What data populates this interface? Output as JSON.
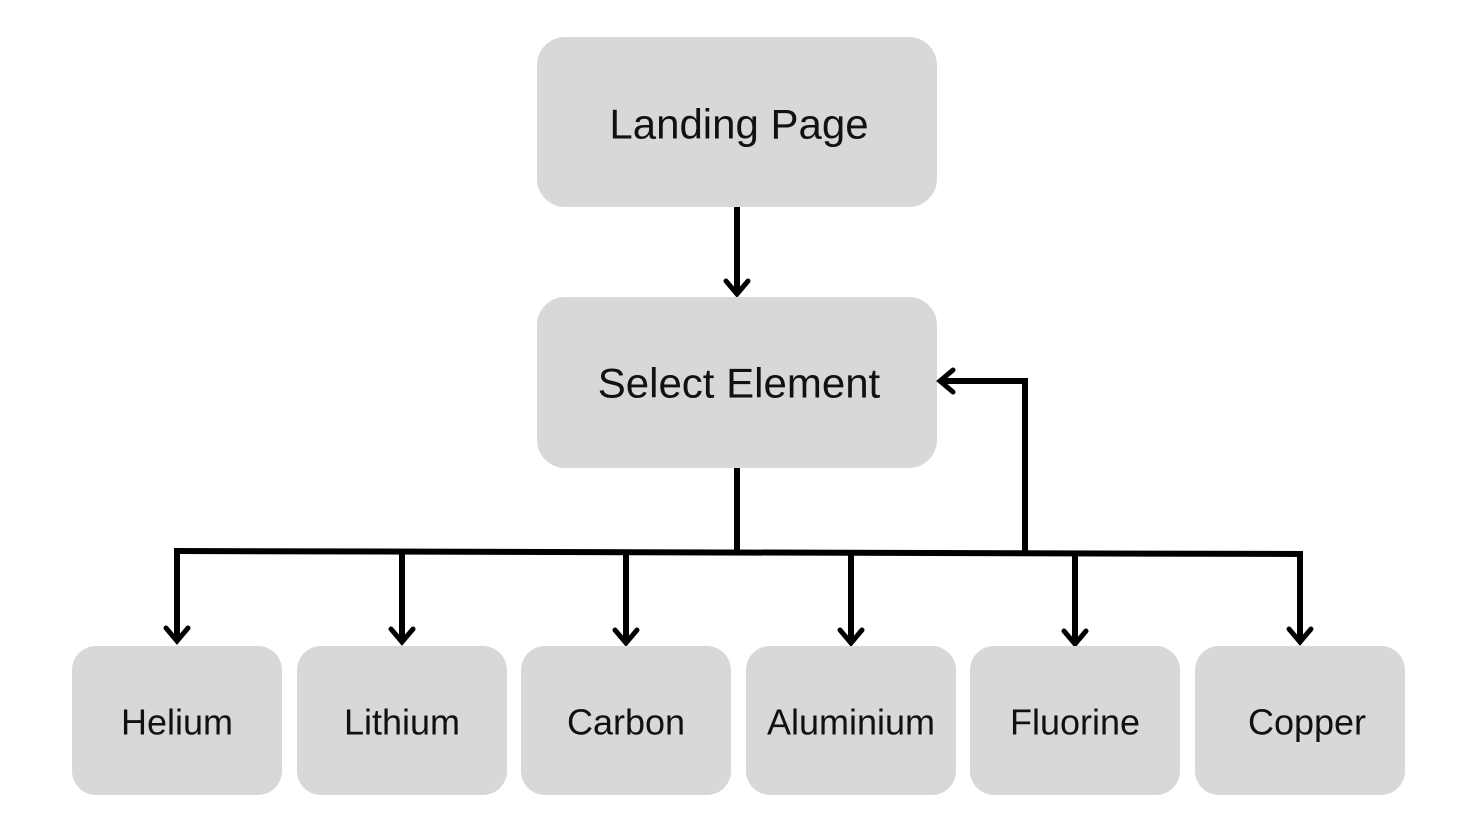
{
  "diagram": {
    "top_node": {
      "label": "Landing Page"
    },
    "middle_node": {
      "label": "Select Element"
    },
    "leaf_nodes": [
      {
        "label": "Helium"
      },
      {
        "label": "Lithium"
      },
      {
        "label": "Carbon"
      },
      {
        "label": "Aluminium"
      },
      {
        "label": "Fluorine"
      },
      {
        "label": "Copper"
      }
    ],
    "colors": {
      "node_fill": "#d8d8d8",
      "connector": "#000000",
      "text": "#111111"
    }
  }
}
